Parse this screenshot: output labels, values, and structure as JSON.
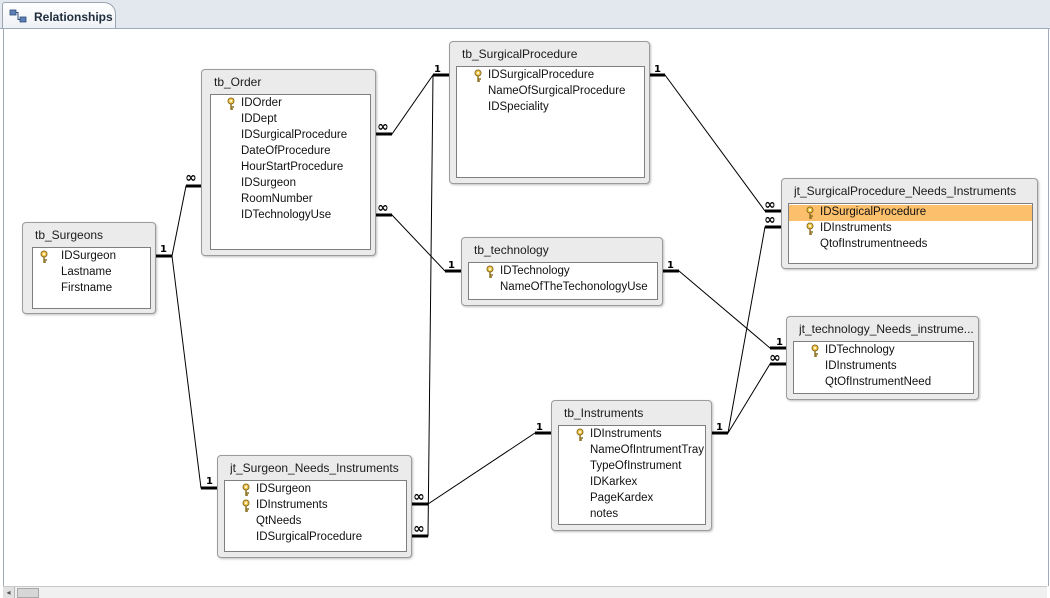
{
  "tab": {
    "label": "Relationships",
    "icon": "relationships-icon"
  },
  "tables": [
    {
      "id": "tb_Surgeons",
      "title": "tb_Surgeons",
      "fields": [
        {
          "name": "IDSurgeon",
          "key": true
        },
        {
          "name": "Lastname"
        },
        {
          "name": "Firstname"
        }
      ]
    },
    {
      "id": "tb_Order",
      "title": "tb_Order",
      "fields": [
        {
          "name": "IDOrder",
          "key": true
        },
        {
          "name": "IDDept"
        },
        {
          "name": "IDSurgicalProcedure"
        },
        {
          "name": "DateOfProcedure"
        },
        {
          "name": "HourStartProcedure"
        },
        {
          "name": "IDSurgeon"
        },
        {
          "name": "RoomNumber"
        },
        {
          "name": "IDTechnologyUse"
        }
      ]
    },
    {
      "id": "tb_SurgicalProcedure",
      "title": "tb_SurgicalProcedure",
      "fields": [
        {
          "name": "IDSurgicalProcedure",
          "key": true
        },
        {
          "name": "NameOfSurgicalProcedure"
        },
        {
          "name": "IDSpeciality"
        }
      ]
    },
    {
      "id": "tb_technology",
      "title": "tb_technology",
      "fields": [
        {
          "name": "IDTechnology",
          "key": true
        },
        {
          "name": "NameOfTheTechonologyUse"
        }
      ]
    },
    {
      "id": "jt_SurgicalProcedure_Needs_Instruments",
      "title": "jt_SurgicalProcedure_Needs_Instruments",
      "fields": [
        {
          "name": "IDSurgicalProcedure",
          "key": true,
          "selected": true
        },
        {
          "name": "IDInstruments",
          "key": true
        },
        {
          "name": "QtofInstrumentneeds"
        }
      ]
    },
    {
      "id": "jt_technology_Needs_instruments",
      "title": "jt_technology_Needs_instrume...",
      "fields": [
        {
          "name": "IDTechnology",
          "key": true
        },
        {
          "name": "IDInstruments"
        },
        {
          "name": "QtOfInstrumentNeed"
        }
      ]
    },
    {
      "id": "tb_Instruments",
      "title": "tb_Instruments",
      "fields": [
        {
          "name": "IDInstruments",
          "key": true
        },
        {
          "name": "NameOfIntrumentTray"
        },
        {
          "name": "TypeOfInstrument"
        },
        {
          "name": "IDKarkex"
        },
        {
          "name": "PageKardex"
        },
        {
          "name": "notes"
        }
      ]
    },
    {
      "id": "jt_Surgeon_Needs_Instruments",
      "title": "jt_Surgeon_Needs_Instruments",
      "fields": [
        {
          "name": "IDSurgeon",
          "key": true
        },
        {
          "name": "IDInstruments",
          "key": true
        },
        {
          "name": "QtNeeds"
        },
        {
          "name": "IDSurgicalProcedure"
        }
      ]
    }
  ],
  "relationships": [
    {
      "from": "tb_Surgeons",
      "to": "tb_Order",
      "from_card": "1",
      "to_card": "∞"
    },
    {
      "from": "tb_Surgeons",
      "to": "jt_Surgeon_Needs_Instruments",
      "from_card": "1",
      "to_card": "1"
    },
    {
      "from": "tb_SurgicalProcedure",
      "to": "tb_Order",
      "from_card": "1",
      "to_card": "∞"
    },
    {
      "from": "tb_SurgicalProcedure",
      "to": "jt_Surgeon_Needs_Instruments",
      "from_card": "1",
      "to_card": "∞"
    },
    {
      "from": "tb_SurgicalProcedure",
      "to": "jt_SurgicalProcedure_Needs_Instruments",
      "from_card": "1",
      "to_card": "∞"
    },
    {
      "from": "tb_technology",
      "to": "tb_Order",
      "from_card": "1",
      "to_card": "∞"
    },
    {
      "from": "tb_technology",
      "to": "jt_technology_Needs_instruments",
      "from_card": "1",
      "to_card": "1"
    },
    {
      "from": "tb_Instruments",
      "to": "jt_Surgeon_Needs_Instruments",
      "from_card": "1",
      "to_card": "∞"
    },
    {
      "from": "tb_Instruments",
      "to": "jt_SurgicalProcedure_Needs_Instruments",
      "from_card": "1",
      "to_card": "∞"
    },
    {
      "from": "tb_Instruments",
      "to": "jt_technology_Needs_instruments",
      "from_card": "1",
      "to_card": "∞"
    }
  ],
  "colors": {
    "selected_row": "#fcbf6b",
    "line": "#000000",
    "table_bg": "#ebebeb"
  }
}
